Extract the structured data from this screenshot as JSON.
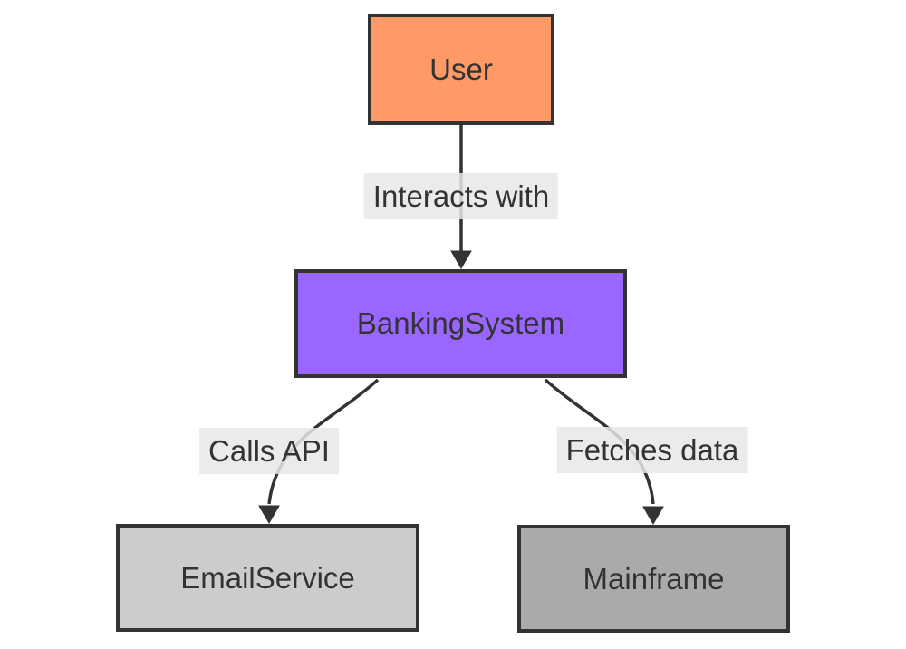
{
  "diagram": {
    "type": "flowchart",
    "direction": "top-down",
    "background": "#ffffff",
    "nodes": [
      {
        "id": "user",
        "label": "User",
        "fill": "#ff9966",
        "border": "#333333",
        "text_color": "#333333"
      },
      {
        "id": "bankingSystem",
        "label": "BankingSystem",
        "fill": "#9966ff",
        "border": "#333333",
        "text_color": "#333333"
      },
      {
        "id": "emailService",
        "label": "EmailService",
        "fill": "#cccccc",
        "border": "#333333",
        "text_color": "#333333"
      },
      {
        "id": "mainframe",
        "label": "Mainframe",
        "fill": "#aaaaaa",
        "border": "#333333",
        "text_color": "#333333"
      }
    ],
    "edges": [
      {
        "from": "User",
        "to": "BankingSystem",
        "label": "Interacts with",
        "arrow": "filled-triangle"
      },
      {
        "from": "BankingSystem",
        "to": "EmailService",
        "label": "Calls API",
        "arrow": "filled-triangle"
      },
      {
        "from": "BankingSystem",
        "to": "Mainframe",
        "label": "Fetches data",
        "arrow": "filled-triangle"
      }
    ],
    "colors": {
      "edge_stroke": "#333333",
      "edge_label_bg": "#e8e8e8",
      "text": "#333333"
    }
  }
}
